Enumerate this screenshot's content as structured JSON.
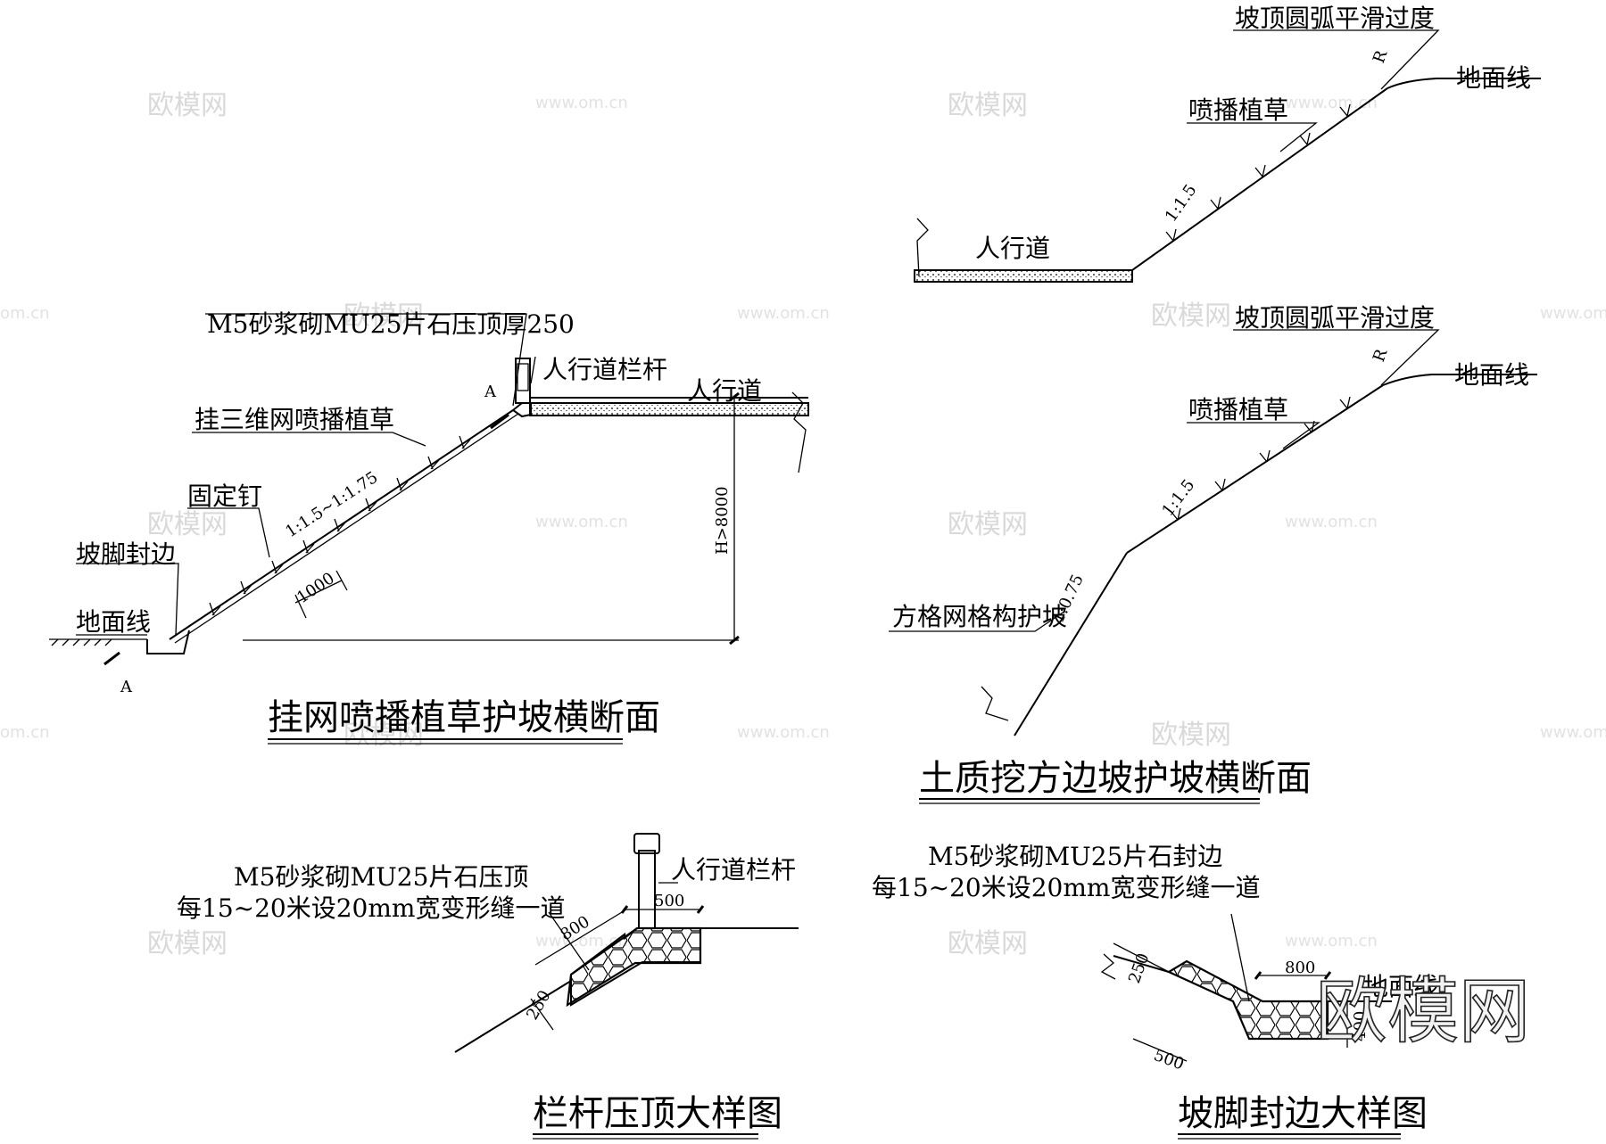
{
  "watermark": {
    "cn": "欧模网",
    "url": "www.om.cn",
    "url_cut": "om.cn",
    "logo": "欧模网"
  },
  "d1": {
    "title": "挂网喷播植草护坡横断面",
    "label_cap": "M5砂浆砌MU25片石压顶厚250",
    "label_rail": "人行道栏杆",
    "label_walk": "人行道",
    "label_net": "挂三维网喷播植草",
    "label_nail": "固定钉",
    "label_toe": "坡脚封边",
    "label_ground": "地面线",
    "slope": "1:1.5~1:1.75",
    "dim_spacing": "1000",
    "dim_height": "H>8000",
    "section_mark": "A"
  },
  "d2": {
    "title": "土质挖方边坡护坡横断面",
    "a_top": "坡顶圆弧平滑过度",
    "a_r": "R",
    "a_ground": "地面线",
    "a_seed": "喷播植草",
    "a_slope": "1:1.5",
    "a_walk": "人行道",
    "b_top": "坡顶圆弧平滑过度",
    "b_r": "R",
    "b_ground": "地面线",
    "b_seed": "喷播植草",
    "b_slope": "1:1.5",
    "b_grid": "方格网格构护坡",
    "b_slope2": "1:0.75"
  },
  "d3": {
    "title": "栏杆压顶大样图",
    "note1": "M5砂浆砌MU25片石压顶",
    "note2": "每15~20米设20mm宽变形缝一道",
    "rail": "人行道栏杆",
    "dim_500": "500",
    "dim_800": "800",
    "dim_250": "250"
  },
  "d4": {
    "title": "坡脚封边大样图",
    "note1": "M5砂浆砌MU25片石封边",
    "note2": "每15~20米设20mm宽变形缝一道",
    "ground": "地面线",
    "dim_800": "800",
    "dim_250": "250",
    "dim_500": "500",
    "dim_400": "400"
  }
}
